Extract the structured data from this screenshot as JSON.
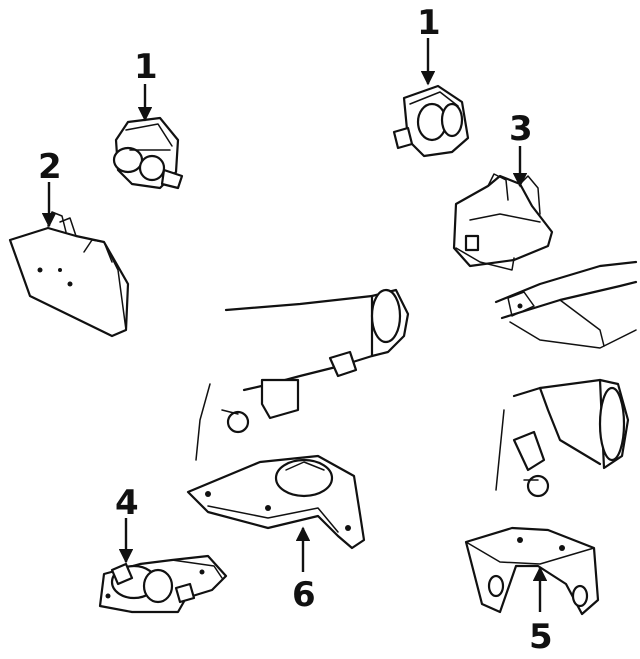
{
  "diagram": {
    "callouts": [
      {
        "id": "c1a",
        "label": "1"
      },
      {
        "id": "c1b",
        "label": "1"
      },
      {
        "id": "c2",
        "label": "2"
      },
      {
        "id": "c3",
        "label": "3"
      },
      {
        "id": "c4",
        "label": "4"
      },
      {
        "id": "c5",
        "label": "5"
      },
      {
        "id": "c6",
        "label": "6"
      }
    ]
  }
}
